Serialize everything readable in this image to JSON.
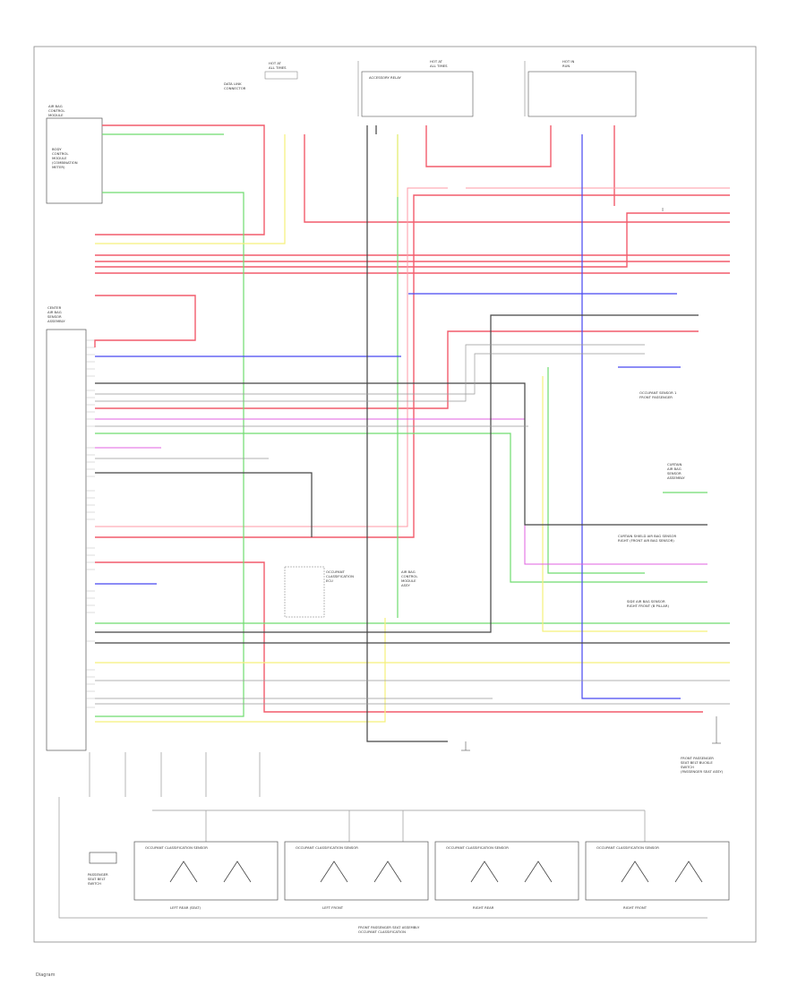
{
  "boxes": {
    "left_top_module": [
      "AIR BAG",
      "CONTROL",
      "MODULE"
    ],
    "left_top_inner": [
      "BODY",
      "CONTROL",
      "MODULE",
      "(COMBINATION",
      "METER)"
    ],
    "left_main_module": [
      "CENTER",
      "AIR BAG",
      "SENSOR",
      "ASSEMBLY"
    ],
    "top_fuse_1": [
      "HOT AT",
      "ALL TIMES"
    ],
    "top_fuse_2": [
      "HOT AT",
      "ALL TIMES"
    ],
    "top_fuse_3": [
      "HOT IN",
      "RUN"
    ],
    "top_relay_1": [
      "ACCESSORY RELAY"
    ],
    "dlc": [
      "DATA LINK",
      "CONNECTOR"
    ],
    "center_left_box": [
      "OCCUPANT",
      "CLASSIFICATION",
      "ECU"
    ],
    "center_right_box": [
      "AIR BAG",
      "CONTROL",
      "MODULE",
      "ASSY"
    ],
    "bottom_sensors": [
      [
        "OCCUPANT CLASSIFICATION SENSOR",
        "LEFT REAR (SEAT)"
      ],
      [
        "OCCUPANT CLASSIFICATION SENSOR",
        "LEFT FRONT"
      ],
      [
        "OCCUPANT CLASSIFICATION SENSOR",
        "RIGHT REAR"
      ],
      [
        "OCCUPANT CLASSIFICATION SENSOR",
        "RIGHT FRONT"
      ]
    ],
    "bottom_small": [
      "PASSENGER",
      "SEAT BELT",
      "SWITCH"
    ],
    "bottom_caption": [
      "FRONT PASSENGER SEAT ASSEMBLY",
      "OCCUPANT CLASSIFICATION"
    ],
    "right_side_1": [
      "OCCUPANT SENSOR 1 ",
      "FRONT PASSENGER"
    ],
    "right_side_2": [
      "CURTAIN SHIELD AIR BAG SENSOR",
      "RIGHT (FRONT AIR BAG SENSOR)"
    ],
    "right_side_3": [
      "SIDE AIR BAG SENSOR",
      "RIGHT FRONT (B PILLAR)"
    ],
    "right_bottom": [
      "FRONT PASSENGER",
      "SEAT BELT BUCKLE",
      "SWITCH",
      "(PASSENGER SEAT ASSY)"
    ],
    "right_mid": [
      "CURTAIN",
      "AIR BAG",
      "SENSOR",
      "ASSEMBLY"
    ]
  },
  "footer": "Diagram"
}
